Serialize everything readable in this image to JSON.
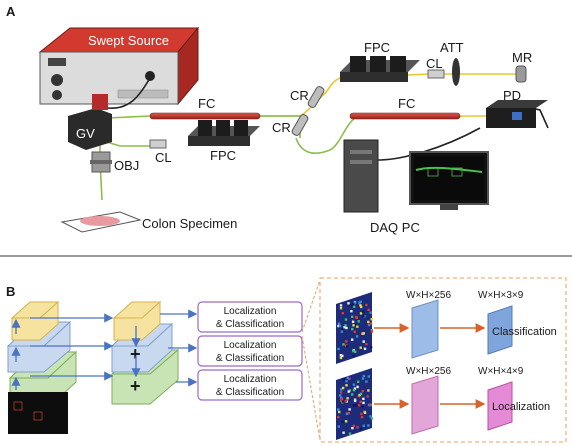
{
  "panel_a": {
    "label": "A",
    "swept_source": "Swept Source",
    "gv": "GV",
    "obj": "OBJ",
    "cl_left": "CL",
    "fc_left": "FC",
    "fpc_left": "FPC",
    "cr_top": "CR",
    "cr_bottom": "CR",
    "fpc_top": "FPC",
    "cl_top": "CL",
    "att": "ATT",
    "mr": "MR",
    "fc_right": "FC",
    "pd": "PD",
    "specimen": "Colon Specimen",
    "daq": "DAQ PC"
  },
  "panel_b": {
    "label": "B",
    "loc_class_1": [
      "Localization",
      "& Classification"
    ],
    "loc_class_2": [
      "Localization",
      "& Classification"
    ],
    "loc_class_3": [
      "Localization",
      "& Classification"
    ],
    "plus": "+",
    "wh256_top": "W×H×256",
    "wh39": "W×H×3×9",
    "wh256_bottom": "W×H×256",
    "wh49": "W×H×4×9",
    "classification": "Classification",
    "localization": "Localization"
  },
  "colors": {
    "source_red": "#c8302a",
    "fiber_green": "#8cbf4a",
    "fiber_yellow": "#e6c82e",
    "arrow_blue": "#4a73c4",
    "arrow_orange": "#d9622a",
    "box_purple": "#9a6ac8",
    "dash_orange": "#e8a060",
    "feat_yellow": "#f7e3a0",
    "feat_blue": "#c8d8ef",
    "feat_green": "#c9e4b4",
    "head_blue": "#7ea6dc",
    "head_pink": "#e58ad6"
  }
}
